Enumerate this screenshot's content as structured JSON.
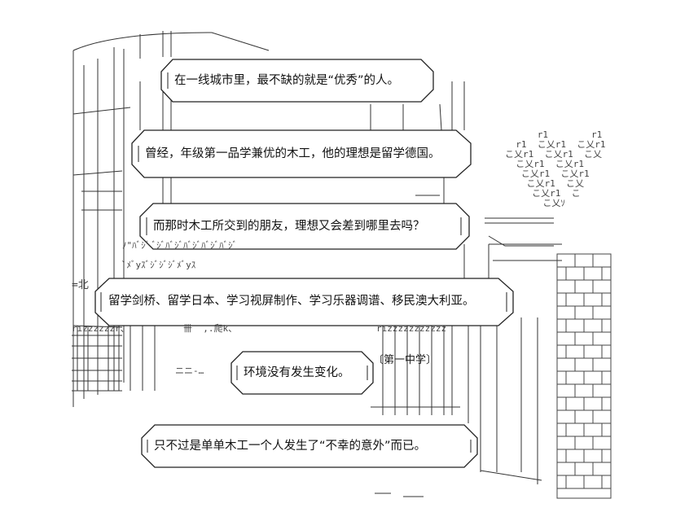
{
  "captions": [
    "在一线城市里，最不缺的就是“优秀”的人。",
    "曾经，年级第一品学兼优的木工，他的理想是留学德国。",
    "而那时木工所交到的朋友，理想又会差到哪里去吗？",
    "留学剑桥、留学日本、学习视屏制作、学习乐器调谱、移民澳大利亚。",
    "环境没有发生变化。",
    "只不过是单单木工一个人发生了“不幸的意外”而已。"
  ],
  "school_sign": "〔第一中学〕",
  "art": {
    "tree_text": "      r1        r1\n  r1  こ乂r1  こ乂r1\nこ乂r1  こ乂r1  こ乂\n  こ乂r1  こ乂r1\n   こ乂r1  こ乂r1\n    こ乂r1  こ乂\n     こ乂r1  こ\n       こ乂ｿ",
    "left_label": "=北",
    "window_text_1": "rızzzzzzr、",
    "window_text_2": "rızzzzzzzzzzz",
    "scribble_1": "ﾉ\"ﾊﾞｼﾞ ﾞｼﾞﾊﾞｼﾞﾊﾞｼﾞﾊﾞｼﾞﾊﾞｼﾞ",
    "scribble_2": "ﾞﾒﾞyｽﾞｼﾞｼﾞｼﾞﾒﾞyｽ",
    "scribble_3": "卌  ,.爬k、",
    "scribble_4": "ニニ-…"
  }
}
